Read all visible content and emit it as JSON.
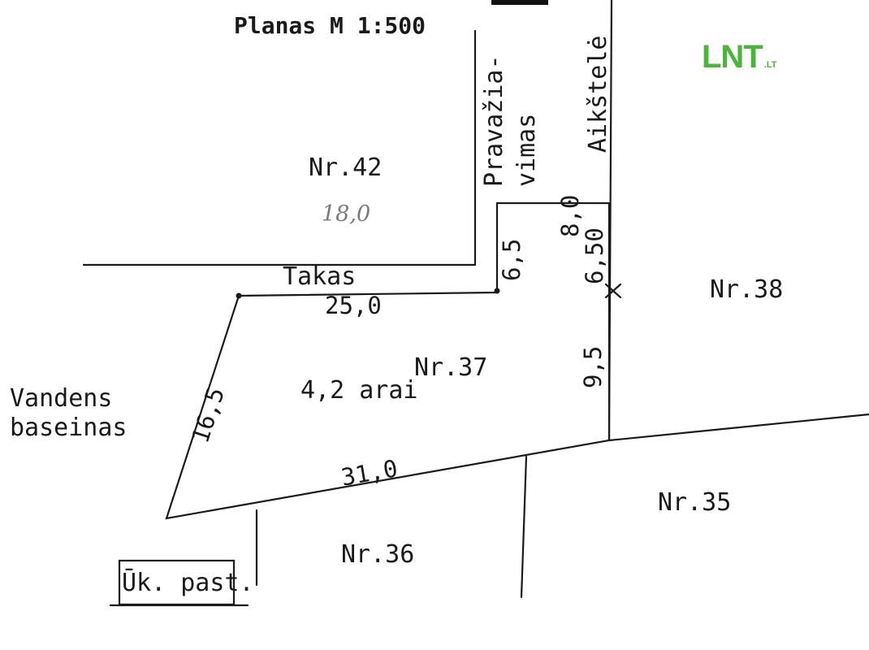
{
  "title": "Planas  M 1:500",
  "logo": {
    "main": "LNT",
    "suffix": ".LT",
    "color": "#4bb53a"
  },
  "labels": {
    "nr42": "Nr.42",
    "nr38": "Nr.38",
    "nr37": "Nr.37",
    "area": "4,2 arai",
    "nr36": "Nr.36",
    "nr35": "Nr.35",
    "takas": "Takas",
    "vandens": "Vandens",
    "baseinas": "baseinas",
    "ukpast": "Ūk. past.",
    "pravaziavimas_1": "Pravažia-",
    "pravaziavimas_2": "vimas",
    "aikstele": "Aikštelė"
  },
  "dimensions": {
    "top": "25,0",
    "bottom": "31,0",
    "left": "16,5",
    "right": "9,5",
    "notch_h": "8,0",
    "notch_v1": "6,5",
    "notch_v2": "6,50"
  },
  "handwritten": "18,0"
}
